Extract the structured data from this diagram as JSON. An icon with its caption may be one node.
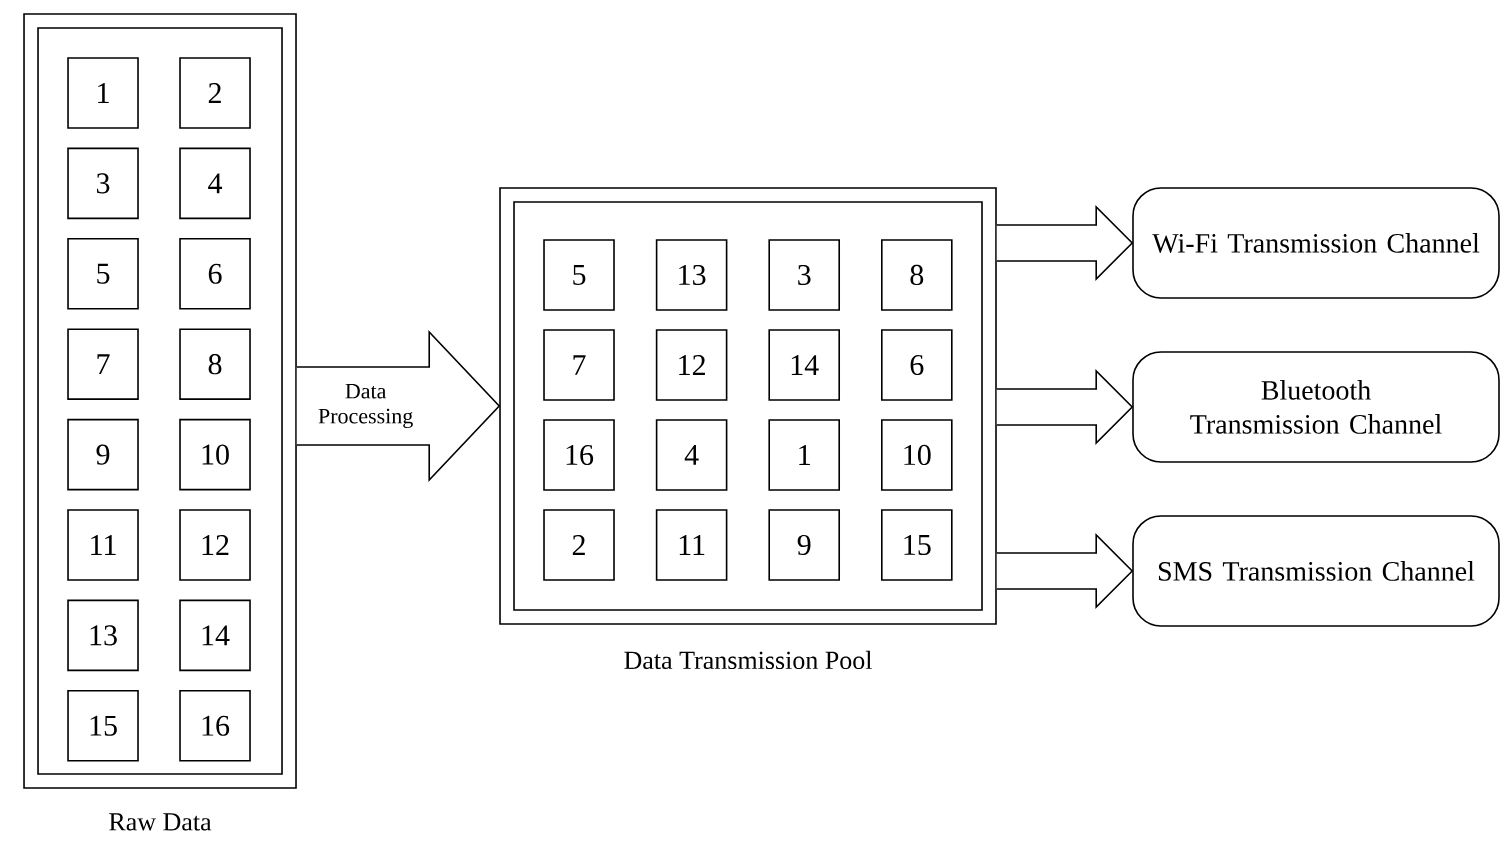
{
  "diagram": {
    "nodes": [
      {
        "text": [
          "Raw Data"
        ]
      },
      {
        "text": [
          "1"
        ],
        "in": 0
      },
      {
        "text": [
          "2"
        ],
        "in": 0
      },
      {
        "text": [
          "3"
        ],
        "in": 0
      },
      {
        "text": [
          "4"
        ],
        "in": 0
      },
      {
        "text": [
          "5"
        ],
        "in": 0
      },
      {
        "text": [
          "6"
        ],
        "in": 0
      },
      {
        "text": [
          "7"
        ],
        "in": 0
      },
      {
        "text": [
          "8"
        ],
        "in": 0
      },
      {
        "text": [
          "9"
        ],
        "in": 0
      },
      {
        "text": [
          "10"
        ],
        "in": 0
      },
      {
        "text": [
          "11"
        ],
        "in": 0
      },
      {
        "text": [
          "12"
        ],
        "in": 0
      },
      {
        "text": [
          "13"
        ],
        "in": 0
      },
      {
        "text": [
          "14"
        ],
        "in": 0
      },
      {
        "text": [
          "15"
        ],
        "in": 0
      },
      {
        "text": [
          "16"
        ],
        "in": 0
      },
      {
        "text": [
          "Data Transmission Pool"
        ]
      },
      {
        "text": [
          "5"
        ],
        "in": 17
      },
      {
        "text": [
          "13"
        ],
        "in": 17
      },
      {
        "text": [
          "3"
        ],
        "in": 17
      },
      {
        "text": [
          "8"
        ],
        "in": 17
      },
      {
        "text": [
          "7"
        ],
        "in": 17
      },
      {
        "text": [
          "12"
        ],
        "in": 17
      },
      {
        "text": [
          "14"
        ],
        "in": 17
      },
      {
        "text": [
          "6"
        ],
        "in": 17
      },
      {
        "text": [
          "16"
        ],
        "in": 17
      },
      {
        "text": [
          "4"
        ],
        "in": 17
      },
      {
        "text": [
          "1"
        ],
        "in": 17
      },
      {
        "text": [
          "10"
        ],
        "in": 17
      },
      {
        "text": [
          "2"
        ],
        "in": 17
      },
      {
        "text": [
          "11"
        ],
        "in": 17
      },
      {
        "text": [
          "9"
        ],
        "in": 17
      },
      {
        "text": [
          "15"
        ],
        "in": 17
      },
      {
        "text": [
          "Wi-Fi Transmission Channel"
        ]
      },
      {
        "text": [
          "Bluetooth Transmission Channel"
        ]
      },
      {
        "text": [
          "SMS Transmission Channel"
        ]
      }
    ],
    "edges": [
      {
        "from": 0,
        "to": 17,
        "arrow": "to",
        "label": "Data Processing"
      },
      {
        "from": 17,
        "to": 34,
        "arrow": "to"
      },
      {
        "from": 17,
        "to": 35,
        "arrow": "to"
      },
      {
        "from": 17,
        "to": 36,
        "arrow": "to"
      }
    ]
  }
}
